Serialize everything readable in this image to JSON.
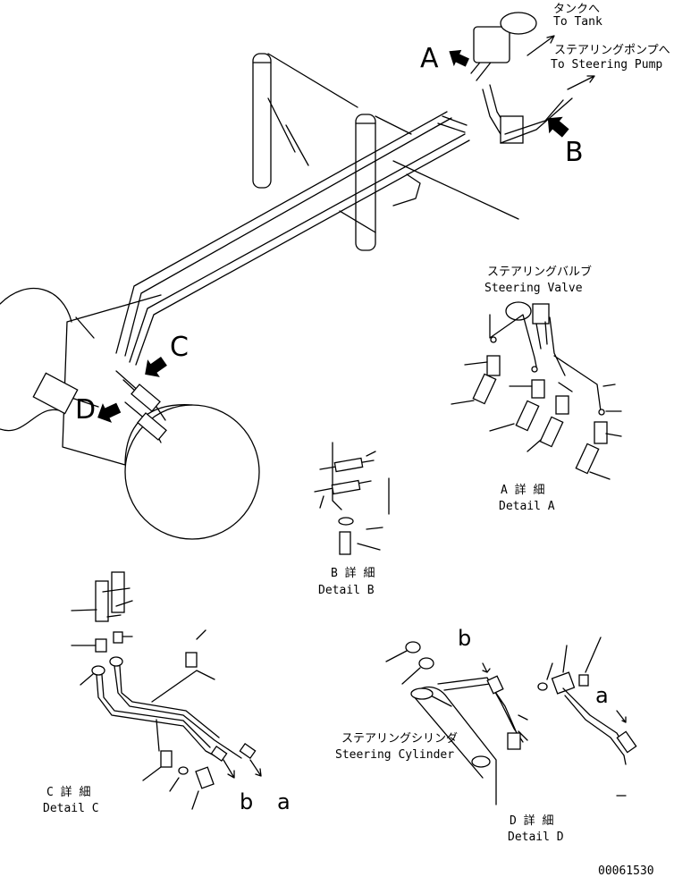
{
  "callouts": {
    "to_tank_jp": "タンクへ",
    "to_tank_en": "To Tank",
    "to_pump_jp": "ステアリングポンプへ",
    "to_pump_en": "To Steering Pump",
    "valve_jp": "ステアリングバルブ",
    "valve_en": "Steering Valve",
    "cylinder_jp": "ステアリングシリンダ",
    "cylinder_en": "Steering Cylinder"
  },
  "view_letters": {
    "a": "A",
    "b": "B",
    "c": "C",
    "d": "D"
  },
  "port_letters": {
    "a": "a",
    "b": "b"
  },
  "details": {
    "a_jp": "A 詳 細",
    "a_en": "Detail A",
    "b_jp": "B 詳 細",
    "b_en": "Detail B",
    "c_jp": "C 詳 細",
    "c_en": "Detail C",
    "d_jp": "D 詳 細",
    "d_en": "Detail D"
  },
  "drawing_number": "00061530"
}
